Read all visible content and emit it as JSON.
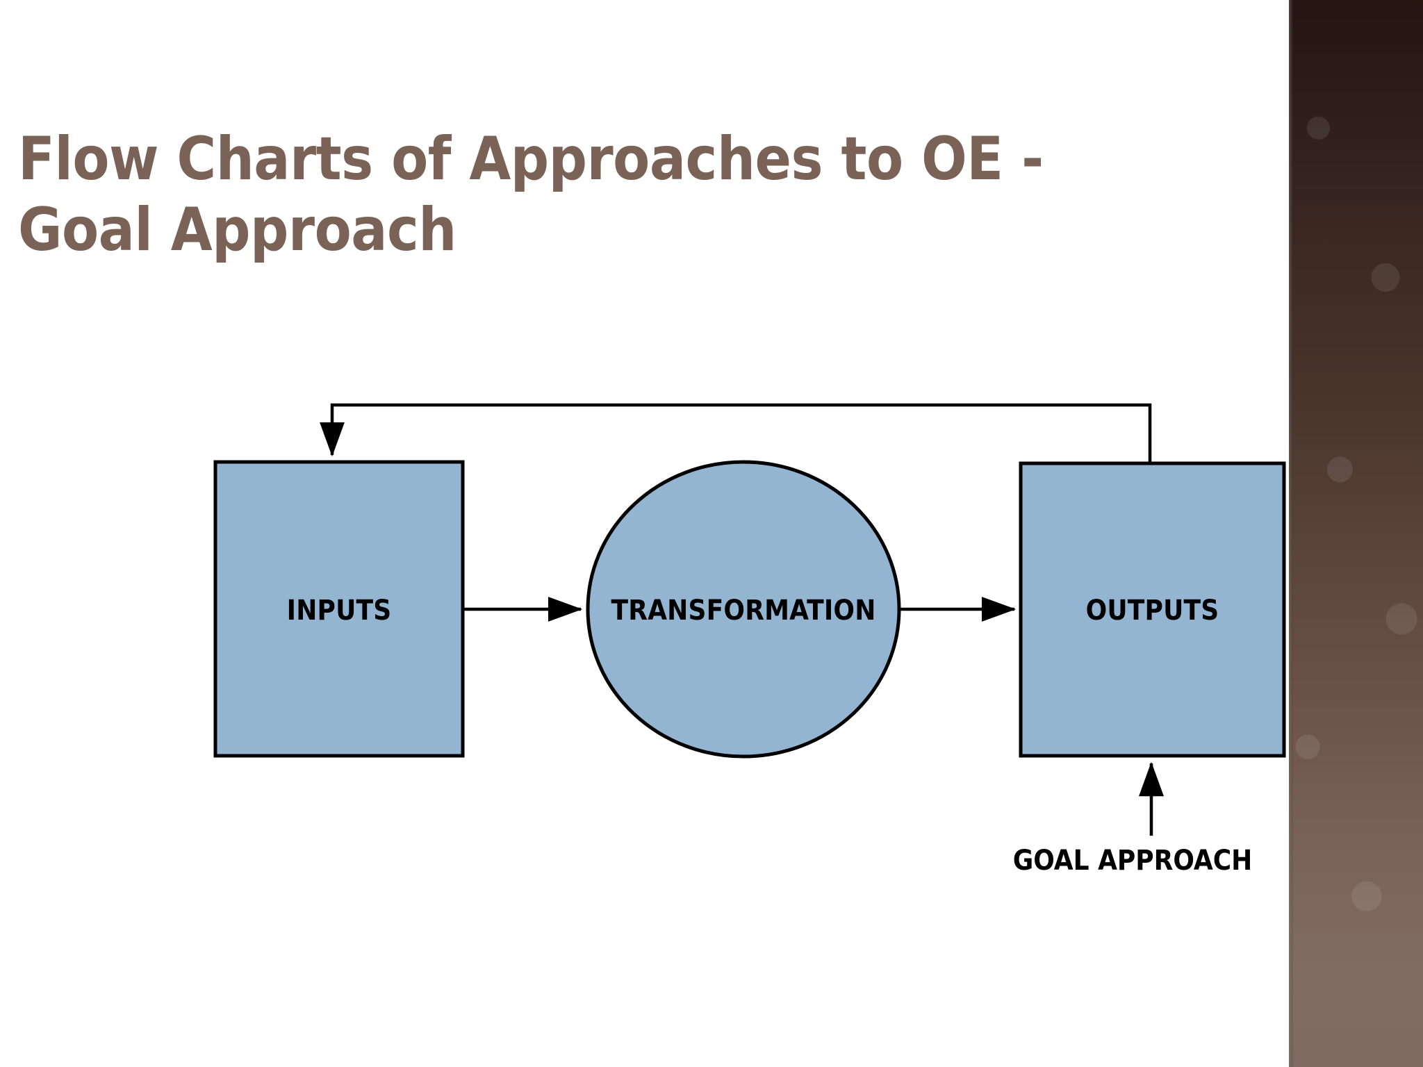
{
  "slide": {
    "title": "Flow Charts of Approaches to OE -\nGoal Approach",
    "title_color": "#7a6257",
    "background_color": "#ffffff",
    "sidebar_top_color": "#241511",
    "sidebar_bottom_color": "#7e6a60"
  },
  "diagram": {
    "shape_fill": "#93b5d1",
    "shape_stroke": "#000000",
    "label_color": "#000000",
    "nodes": [
      {
        "id": "inputs",
        "label": "INPUTS",
        "shape": "rectangle"
      },
      {
        "id": "transformation",
        "label": "TRANSFORMATION",
        "shape": "ellipse"
      },
      {
        "id": "outputs",
        "label": "OUTPUTS",
        "shape": "rectangle"
      }
    ],
    "annotations": [
      {
        "id": "goal-approach",
        "label": "GOAL APPROACH"
      }
    ],
    "edges": [
      {
        "from": "inputs",
        "to": "transformation",
        "style": "arrow"
      },
      {
        "from": "transformation",
        "to": "outputs",
        "style": "arrow"
      },
      {
        "from": "outputs",
        "to": "inputs",
        "style": "feedback-loop-arrow"
      },
      {
        "from": "goal-approach",
        "to": "outputs",
        "style": "arrow"
      }
    ]
  }
}
